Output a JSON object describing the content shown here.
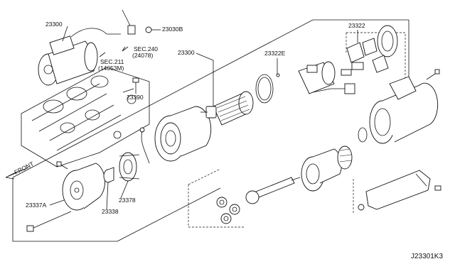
{
  "diagram": {
    "code": "J23301K3",
    "front": "FRONT",
    "labels": {
      "p23300_top": "23300",
      "p23030b": "23030B",
      "sec240_a": "SEC.240",
      "sec240_b": "(24078)",
      "sec211_a": "SEC.211",
      "sec211_b": "(14053M)",
      "p23390": "23390",
      "p23300_mid": "23300",
      "p23322e": "23322E",
      "p23322": "23322",
      "p23337a": "23337A",
      "p23338": "23338",
      "p23378": "23378"
    }
  }
}
